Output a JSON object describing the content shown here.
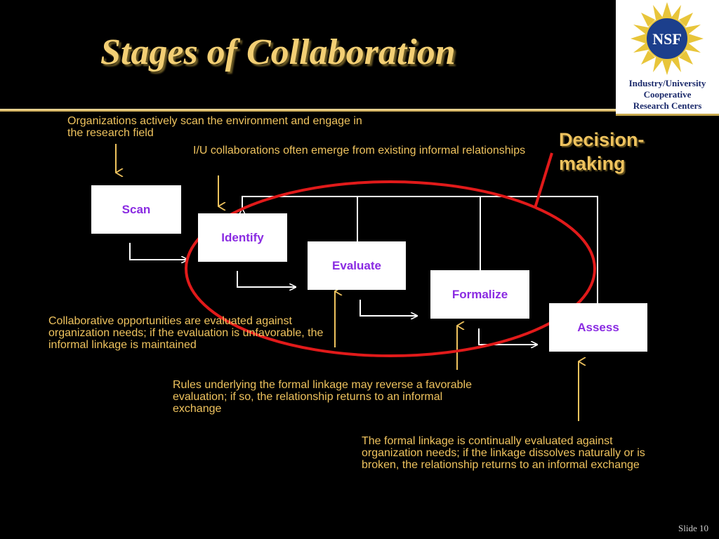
{
  "slide": {
    "title": "Stages of Collaboration",
    "decision_label": "Decision-\nmaking",
    "slide_number": "Slide 10"
  },
  "logo": {
    "emblem_text": "NSF",
    "caption": "Industry/University\nCooperative\nResearch Centers"
  },
  "stages": [
    {
      "label": "Scan"
    },
    {
      "label": "Identify"
    },
    {
      "label": "Evaluate"
    },
    {
      "label": "Formalize"
    },
    {
      "label": "Assess"
    }
  ],
  "notes": {
    "scan": "Organizations actively scan the environment and engage in the research field",
    "identify": "I/U collaborations often emerge from existing informal relationships",
    "evaluate": "Collaborative opportunities are evaluated against organization needs; if the evaluation is unfavorable, the informal linkage is maintained",
    "formalize": "Rules underlying the formal linkage may reverse a favorable evaluation; if so, the relationship returns to an informal exchange",
    "assess": "The formal linkage is continually evaluated against organization needs; if the linkage dissolves naturally or is broken, the relationship returns to an informal exchange"
  },
  "colors": {
    "background": "#000000",
    "title": "#f3cf74",
    "note_text": "#efc35e",
    "box_text": "#8a2be2",
    "ellipse": "#e11a1a"
  }
}
